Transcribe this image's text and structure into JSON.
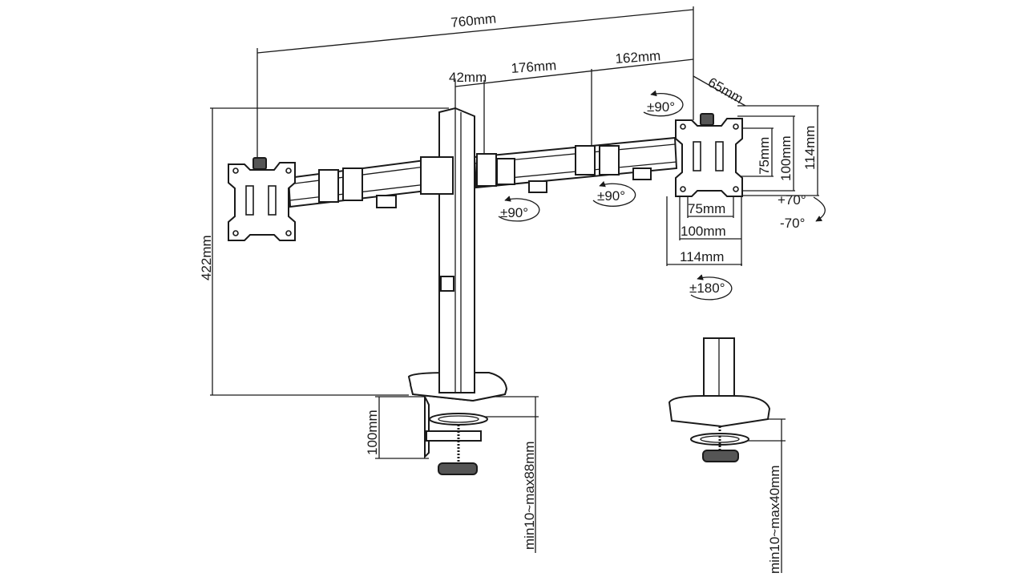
{
  "dimensions": {
    "total_width": "760mm",
    "offset_pole": "42mm",
    "arm_inner": "176mm",
    "arm_outer": "162mm",
    "vesa_depth": "65mm",
    "height": "422mm",
    "vesa_75": "75mm",
    "vesa_100": "100mm",
    "vesa_114": "114mm",
    "vesa_75_v": "75mm",
    "vesa_100_v": "100mm",
    "vesa_114_v": "114mm",
    "clamp_height": "100mm",
    "clamp_range": "min10~max88mm",
    "grommet_range": "min10~max40mm"
  },
  "rotations": {
    "top_swivel": "±90°",
    "arm_left": "±90°",
    "arm_right": "±90°",
    "tilt_up": "+70°",
    "tilt_down": "-70°",
    "rotate": "±180°"
  }
}
